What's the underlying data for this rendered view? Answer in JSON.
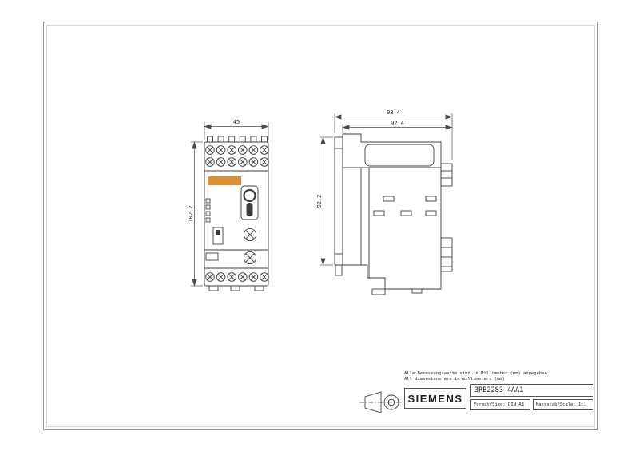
{
  "sheet": {
    "background": "#ffffff"
  },
  "dimensions": {
    "front_width_mm": "45",
    "front_height_mm": "102.2",
    "side_depth_total_mm": "93.4",
    "side_depth_body_mm": "92.4",
    "side_height_mm": "92.2"
  },
  "notes": {
    "de": "Alle Bemassungswerte sind in Millimeter (mm) angegeben.",
    "en": "All dimensions are in millimeters (mm)"
  },
  "title_block": {
    "brand": "SIEMENS",
    "part_number": "3RB2283-4AA1",
    "format": "Format/Size: DIN A3",
    "scale": "Massstab/Scale: 1:1"
  },
  "colors": {
    "label_orange": "#dd8f35",
    "line": "#3d3d3d"
  },
  "icons": {
    "projection_symbol": "first-angle-projection-icon",
    "terminal_screw": "screw-terminal-icon"
  }
}
